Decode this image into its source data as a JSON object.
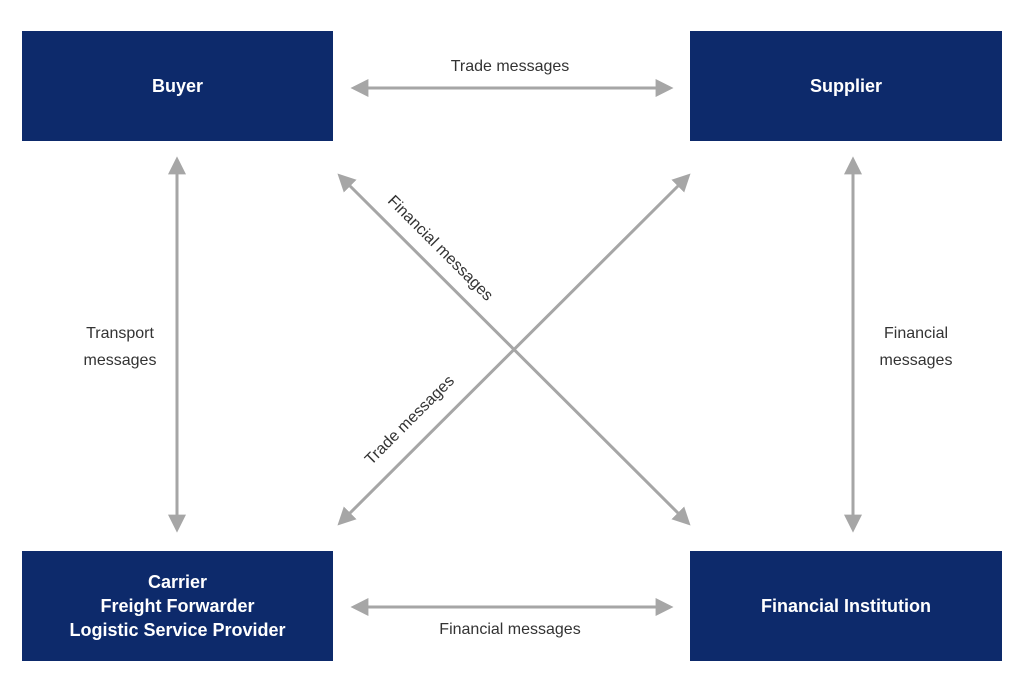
{
  "colors": {
    "node_fill": "#0d2a6b",
    "node_text": "#ffffff",
    "arrow": "#a6a6a6",
    "label_text": "#333333"
  },
  "nodes": {
    "buyer": {
      "lines": [
        "Buyer"
      ]
    },
    "supplier": {
      "lines": [
        "Supplier"
      ]
    },
    "carrier": {
      "lines": [
        "Carrier",
        "Freight Forwarder",
        "Logistic Service Provider"
      ]
    },
    "financial_institution": {
      "lines": [
        "Financial Institution"
      ]
    }
  },
  "edges": {
    "buyer_supplier": {
      "label": "Trade messages"
    },
    "carrier_financial": {
      "label": "Financial messages"
    },
    "buyer_carrier": {
      "label_lines": [
        "Transport",
        "messages"
      ]
    },
    "supplier_financial": {
      "label_lines": [
        "Financial",
        "messages"
      ]
    },
    "buyer_financial_diagonal": {
      "label": "Financial messages"
    },
    "carrier_supplier_diagonal": {
      "label": "Trade messages"
    }
  }
}
